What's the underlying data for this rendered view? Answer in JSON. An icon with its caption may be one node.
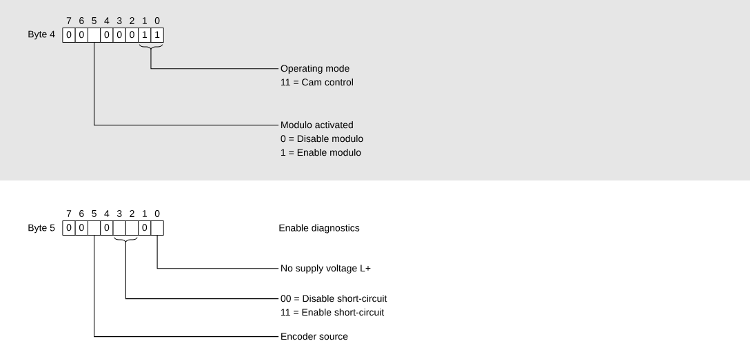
{
  "diagram": {
    "nodes": [
      {
        "text": [
          "0"
        ],
        "beside": [
          "7"
        ]
      },
      {
        "text": [
          "0"
        ],
        "beside": [
          "6"
        ]
      },
      {
        "text": [],
        "shape": "box",
        "beside": [
          "5"
        ]
      },
      {
        "text": [
          "0"
        ],
        "beside": [
          "4"
        ]
      },
      {
        "text": [
          "0"
        ],
        "beside": [
          "3"
        ]
      },
      {
        "text": [
          "0"
        ],
        "beside": [
          "2"
        ]
      },
      {
        "text": [
          "1"
        ],
        "beside": [
          "1"
        ]
      },
      {
        "text": [
          "1"
        ],
        "beside": [
          "0"
        ]
      },
      {
        "text": [
          "Operating mode",
          "11 = Cam control"
        ]
      },
      {
        "text": [
          "Modulo activated",
          "0 = Disable modulo",
          "1 = Enable modulo"
        ]
      },
      {
        "text": [
          "0"
        ],
        "beside": [
          "7"
        ]
      },
      {
        "text": [
          "0"
        ],
        "beside": [
          "6"
        ]
      },
      {
        "text": [],
        "shape": "box",
        "beside": [
          "5"
        ]
      },
      {
        "text": [
          "0"
        ],
        "beside": [
          "4"
        ]
      },
      {
        "text": [],
        "shape": "box",
        "beside": [
          "3"
        ]
      },
      {
        "text": [],
        "shape": "box",
        "beside": [
          "2"
        ]
      },
      {
        "text": [
          "0"
        ],
        "beside": [
          "1"
        ]
      },
      {
        "text": [],
        "shape": "box",
        "beside": [
          "0"
        ]
      },
      {
        "text": [
          "No supply voltage L+"
        ]
      },
      {
        "text": [
          "00 = Disable short-circuit",
          "11 = Enable short-circuit"
        ]
      },
      {
        "text": [
          "Encoder source"
        ]
      }
    ],
    "edges": [
      {
        "from": 6,
        "to": 8,
        "arrow": "none"
      },
      {
        "from": 7,
        "to": 8,
        "arrow": "none"
      },
      {
        "from": 2,
        "to": 9,
        "arrow": "none"
      },
      {
        "from": 17,
        "to": 18,
        "arrow": "none"
      },
      {
        "from": 14,
        "to": 19,
        "arrow": "none"
      },
      {
        "from": 15,
        "to": 19,
        "arrow": "none"
      },
      {
        "from": 12,
        "to": 20,
        "arrow": "none"
      }
    ],
    "labels": [
      "Byte 4",
      "Byte 5",
      "Enable diagnostics"
    ]
  }
}
